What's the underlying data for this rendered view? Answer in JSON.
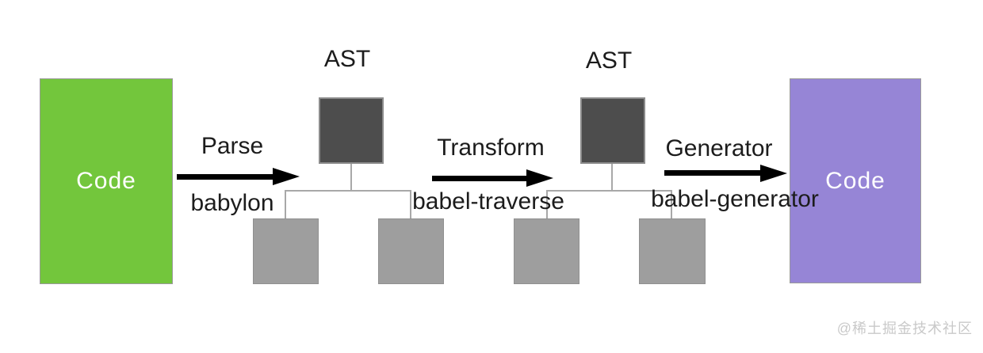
{
  "diagram": {
    "nodes": {
      "source": {
        "label": "Code",
        "color": "#73c63c"
      },
      "ast1": {
        "label": "AST",
        "color": "#4d4d4d"
      },
      "ast2": {
        "label": "AST",
        "color": "#4d4d4d"
      },
      "output": {
        "label": "Code",
        "color": "#9685d6"
      }
    },
    "child_node_color": "#9e9e9e",
    "steps": [
      {
        "label": "Parse",
        "tool": "babylon"
      },
      {
        "label": "Transform",
        "tool": "babel-traverse"
      },
      {
        "label": "Generator",
        "tool": "babel-generator"
      }
    ],
    "arrow_color": "#000000",
    "watermark": "@稀土掘金技术社区"
  }
}
